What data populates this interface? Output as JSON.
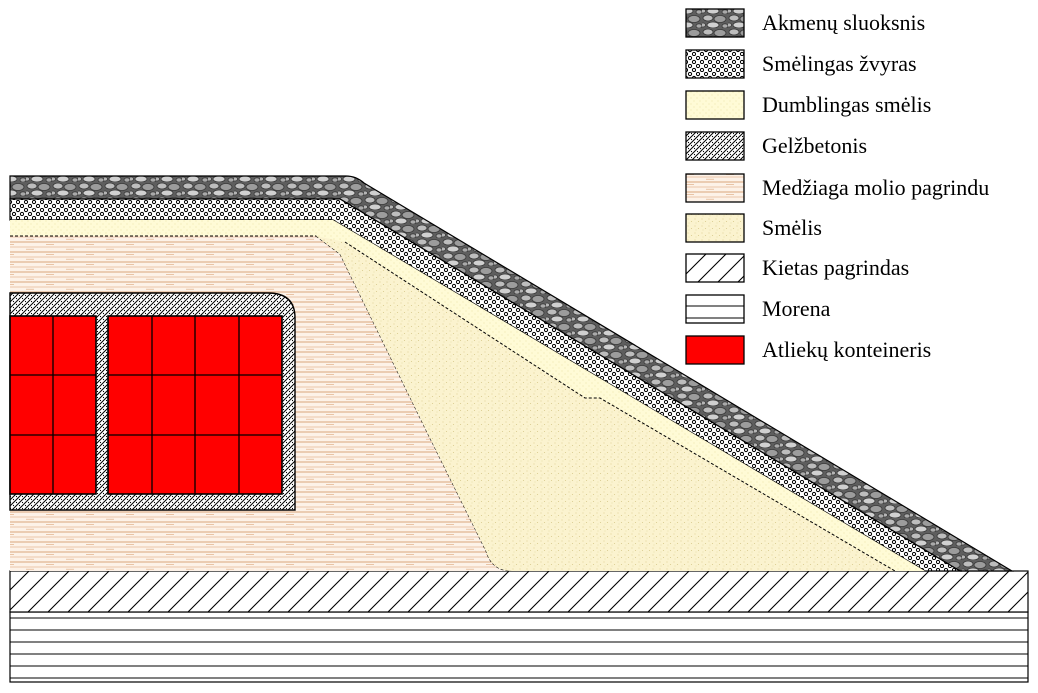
{
  "legend": {
    "items": [
      {
        "key": "stone",
        "label": "Akmenų sluoksnis",
        "pattern": "pat-stone"
      },
      {
        "key": "gravel",
        "label": "Smėlingas žvyras",
        "pattern": "pat-gravel"
      },
      {
        "key": "silty_sand",
        "label": "Dumblingas smėlis",
        "pattern": "pat-siltysand"
      },
      {
        "key": "concrete",
        "label": "Gelžbetonis",
        "pattern": "pat-concrete"
      },
      {
        "key": "clay",
        "label": "Medžiaga molio pagrindu",
        "pattern": "pat-clay"
      },
      {
        "key": "sand",
        "label": "Smėlis",
        "pattern": "pat-sand"
      },
      {
        "key": "bedrock",
        "label": "Kietas pagrindas",
        "pattern": "pat-bedrock"
      },
      {
        "key": "moraine",
        "label": "Morena",
        "pattern": "pat-moraine"
      },
      {
        "key": "container",
        "label": "Atliekų konteineris",
        "pattern": "pat-container"
      }
    ]
  },
  "colors": {
    "stone": "#8a8a8a",
    "gravel": "#ffffff",
    "silty_sand": "#fffbd6",
    "concrete": "#ffffff",
    "clay": "#fbeadc",
    "clay_lines": "#d9a57c",
    "sand": "#fbf3cf",
    "container": "#ff0000",
    "outline": "#000000"
  }
}
